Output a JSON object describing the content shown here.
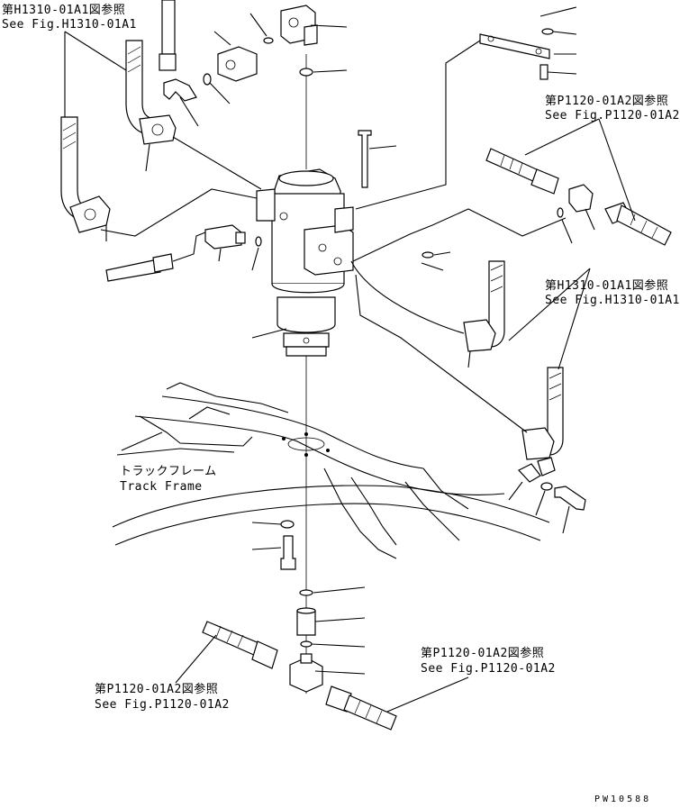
{
  "labels": {
    "ref_top_left_jp": "第H1310-01A1図参照",
    "ref_top_left_en": "See Fig.H1310-01A1",
    "ref_right_upper_jp": "第P1120-01A2図参照",
    "ref_right_upper_en": "See Fig.P1120-01A2",
    "ref_right_mid_jp": "第H1310-01A1図参照",
    "ref_right_mid_en": "See Fig.H1310-01A1",
    "track_frame_jp": "トラックフレーム",
    "track_frame_en": "Track Frame",
    "ref_bottom_right_jp": "第P1120-01A2図参照",
    "ref_bottom_right_en": "See Fig.P1120-01A2",
    "ref_bottom_left_jp": "第P1120-01A2図参照",
    "ref_bottom_left_en": "See Fig.P1120-01A2",
    "drawing_code": "PW10588"
  }
}
